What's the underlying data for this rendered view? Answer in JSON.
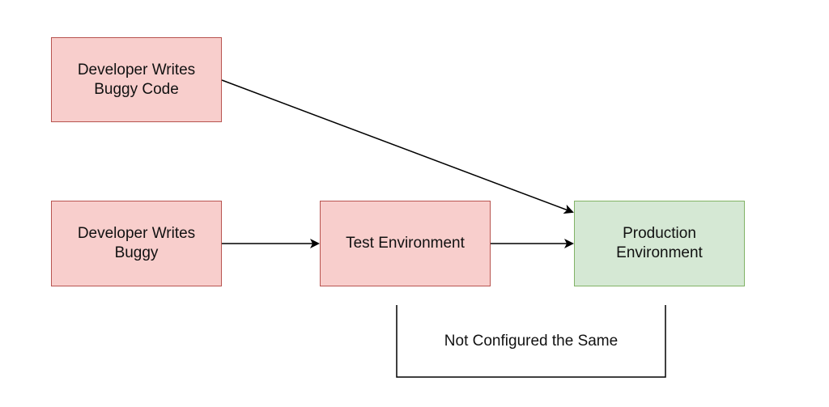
{
  "nodes": {
    "dev_buggy_code": "Developer Writes Buggy Code",
    "dev_buggy": "Developer Writes Buggy",
    "test_env": "Test Environment",
    "prod_env": "Production Environment"
  },
  "annotation": {
    "bracket_label": "Not Configured the Same"
  },
  "colors": {
    "red_fill": "#f8cecc",
    "red_stroke": "#b85450",
    "green_fill": "#d5e8d4",
    "green_stroke": "#82b366",
    "edge": "#000000"
  }
}
